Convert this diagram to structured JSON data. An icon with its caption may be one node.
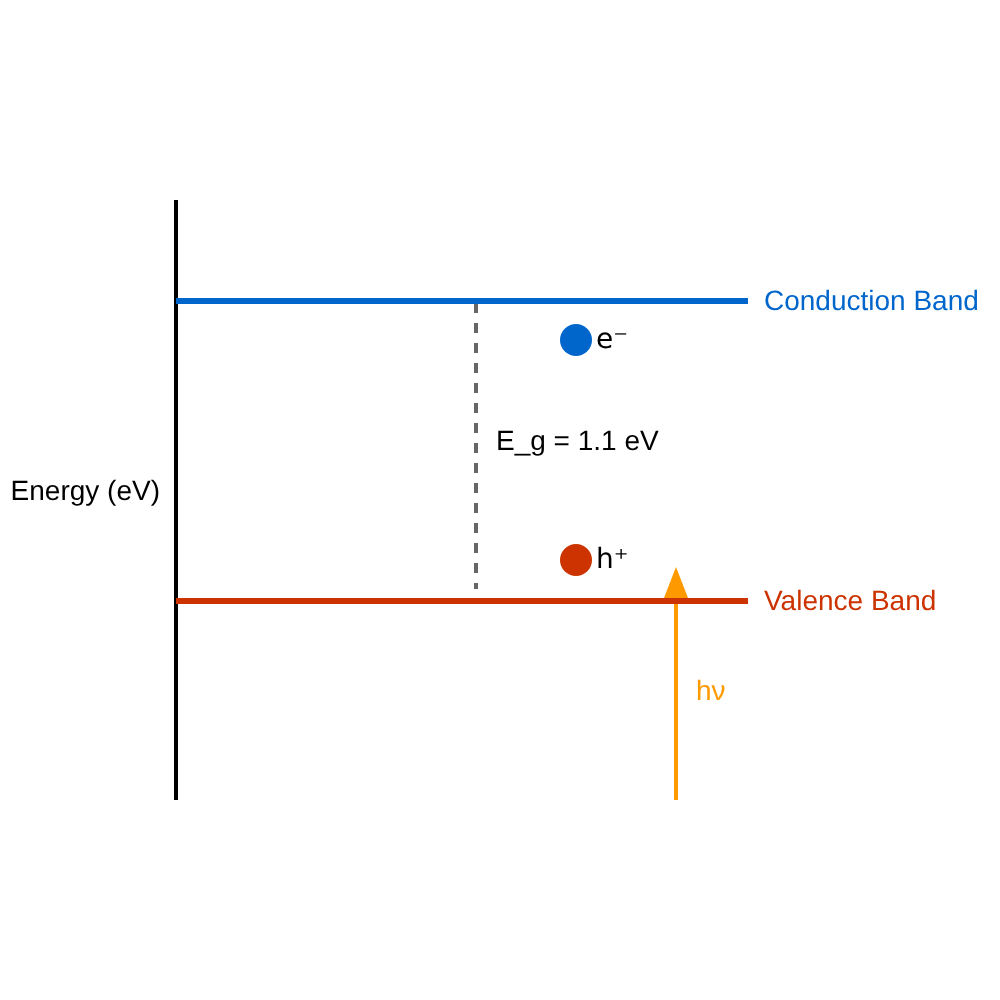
{
  "diagram": {
    "nodes": [
      {
        "text": [],
        "shape": "bar",
        "beside": [
          "Conduction Band"
        ]
      },
      {
        "text": [],
        "shape": "bar",
        "beside": [
          "Valence Band"
        ]
      }
    ],
    "edges": [
      {
        "from": null,
        "to": 1,
        "arrow": "to",
        "label": "hν"
      }
    ],
    "labels": [
      "e⁻",
      "E_g = 1.1 eV",
      "Energy (eV)",
      "h⁺"
    ]
  }
}
